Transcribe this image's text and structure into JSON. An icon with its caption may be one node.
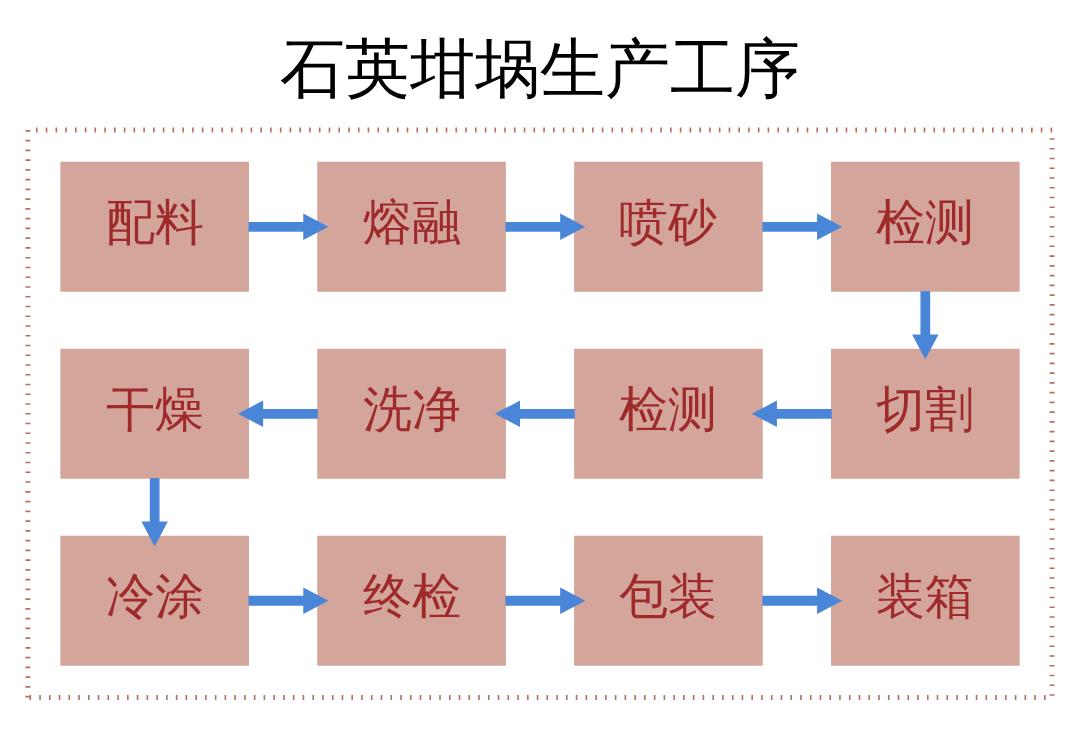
{
  "diagram": {
    "title": "石英坩埚生产工序",
    "nodes": [
      {
        "text": [],
        "shape": "box"
      },
      {
        "text": [
          "配料"
        ],
        "in": 0
      },
      {
        "text": [
          "熔融"
        ],
        "in": 0
      },
      {
        "text": [
          "喷砂"
        ],
        "in": 0
      },
      {
        "text": [
          "检测"
        ],
        "in": 0
      },
      {
        "text": [
          "切割"
        ],
        "in": 0
      },
      {
        "text": [
          "检测"
        ],
        "in": 0
      },
      {
        "text": [
          "洗净"
        ],
        "in": 0
      },
      {
        "text": [
          "干燥"
        ],
        "in": 0
      },
      {
        "text": [
          "冷涂"
        ],
        "in": 0
      },
      {
        "text": [
          "终检"
        ],
        "in": 0
      },
      {
        "text": [
          "包装"
        ],
        "in": 0
      },
      {
        "text": [
          "装箱"
        ],
        "in": 0
      }
    ],
    "edges": [
      {
        "from": 1,
        "to": 2,
        "arrow": "to"
      },
      {
        "from": 2,
        "to": 3,
        "arrow": "to"
      },
      {
        "from": 3,
        "to": 4,
        "arrow": "to"
      },
      {
        "from": 4,
        "to": 5,
        "arrow": "to"
      },
      {
        "from": 5,
        "to": 6,
        "arrow": "to"
      },
      {
        "from": 6,
        "to": 7,
        "arrow": "to"
      },
      {
        "from": 7,
        "to": 8,
        "arrow": "to"
      },
      {
        "from": 8,
        "to": 9,
        "arrow": "to"
      },
      {
        "from": 9,
        "to": 10,
        "arrow": "to"
      },
      {
        "from": 10,
        "to": 11,
        "arrow": "to"
      },
      {
        "from": 11,
        "to": 12,
        "arrow": "to"
      }
    ]
  }
}
